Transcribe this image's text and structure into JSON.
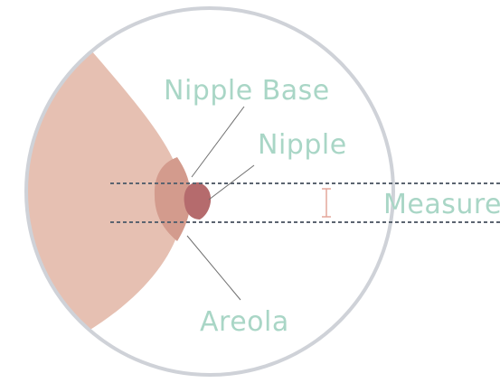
{
  "diagram": {
    "labels": {
      "nipple_base": "Nipple Base",
      "nipple": "Nipple",
      "measure": "Measure",
      "areola": "Areola"
    },
    "colors": {
      "circle_stroke": "#cfd2d8",
      "breast_fill": "#e6c0b2",
      "areola_fill": "#d39b8d",
      "nipple_fill": "#b56b6d",
      "guide_line": "#5b6470",
      "measure_bar": "#e4a79b",
      "label_text": "#a9d6c6",
      "leader_line": "#6f6f6f"
    }
  }
}
